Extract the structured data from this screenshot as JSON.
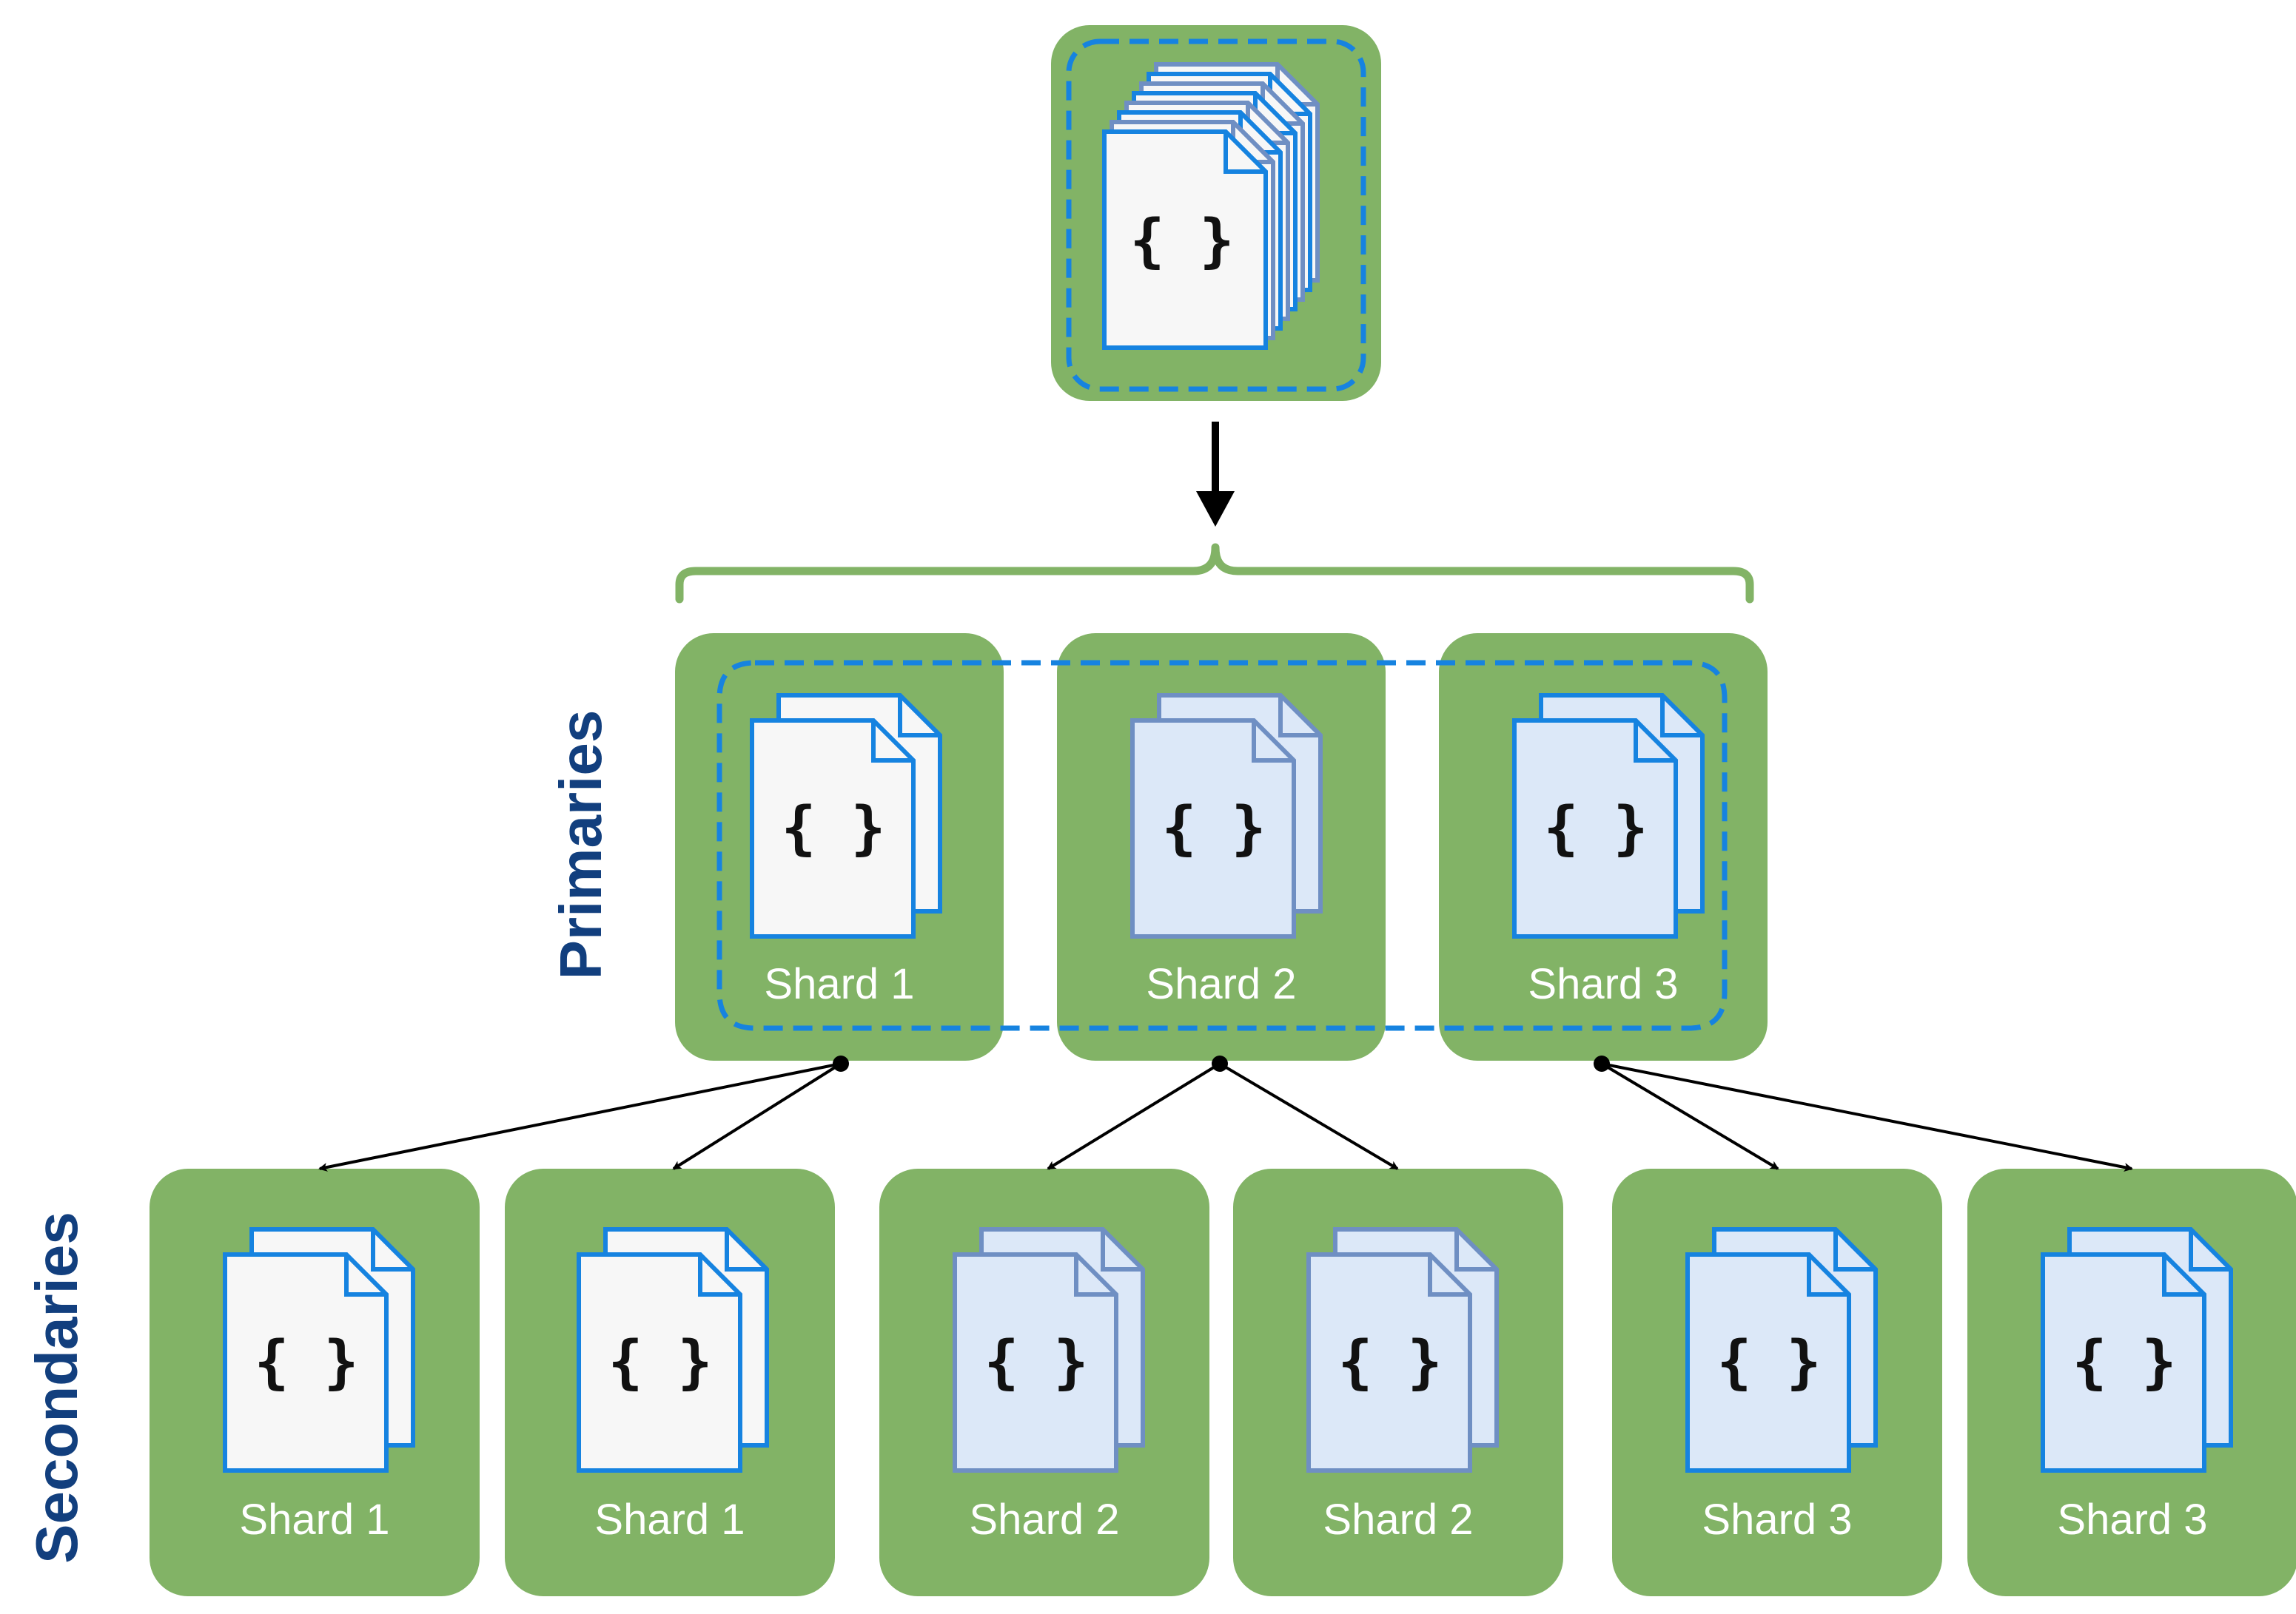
{
  "source": {
    "doc_symbol": "{ }"
  },
  "labels": {
    "primaries": "Primaries",
    "secondaries": "Secondaries"
  },
  "primaries": [
    {
      "label": "Shard 1",
      "symbol": "{ }",
      "fill": "#f7f7f7",
      "stroke": "#1683e0"
    },
    {
      "label": "Shard 2",
      "symbol": "{ }",
      "fill": "#dce8f8",
      "stroke": "#6f8fc3"
    },
    {
      "label": "Shard 3",
      "symbol": "{ }",
      "fill": "#dce8f8",
      "stroke": "#1683e0"
    }
  ],
  "secondaries": [
    {
      "label": "Shard 1",
      "symbol": "{ }",
      "fill": "#f7f7f7",
      "stroke": "#1683e0"
    },
    {
      "label": "Shard 1",
      "symbol": "{ }",
      "fill": "#f7f7f7",
      "stroke": "#1683e0"
    },
    {
      "label": "Shard 2",
      "symbol": "{ }",
      "fill": "#dce8f8",
      "stroke": "#6f8fc3"
    },
    {
      "label": "Shard 2",
      "symbol": "{ }",
      "fill": "#dce8f8",
      "stroke": "#6f8fc3"
    },
    {
      "label": "Shard 3",
      "symbol": "{ }",
      "fill": "#dce8f8",
      "stroke": "#1683e0"
    },
    {
      "label": "Shard 3",
      "symbol": "{ }",
      "fill": "#dce8f8",
      "stroke": "#1683e0"
    }
  ],
  "colors": {
    "node_fill": "#82b366",
    "dashed": "#1683e0",
    "brace": "#82b366",
    "label_text": "#123f7e",
    "arrow": "#000000"
  }
}
